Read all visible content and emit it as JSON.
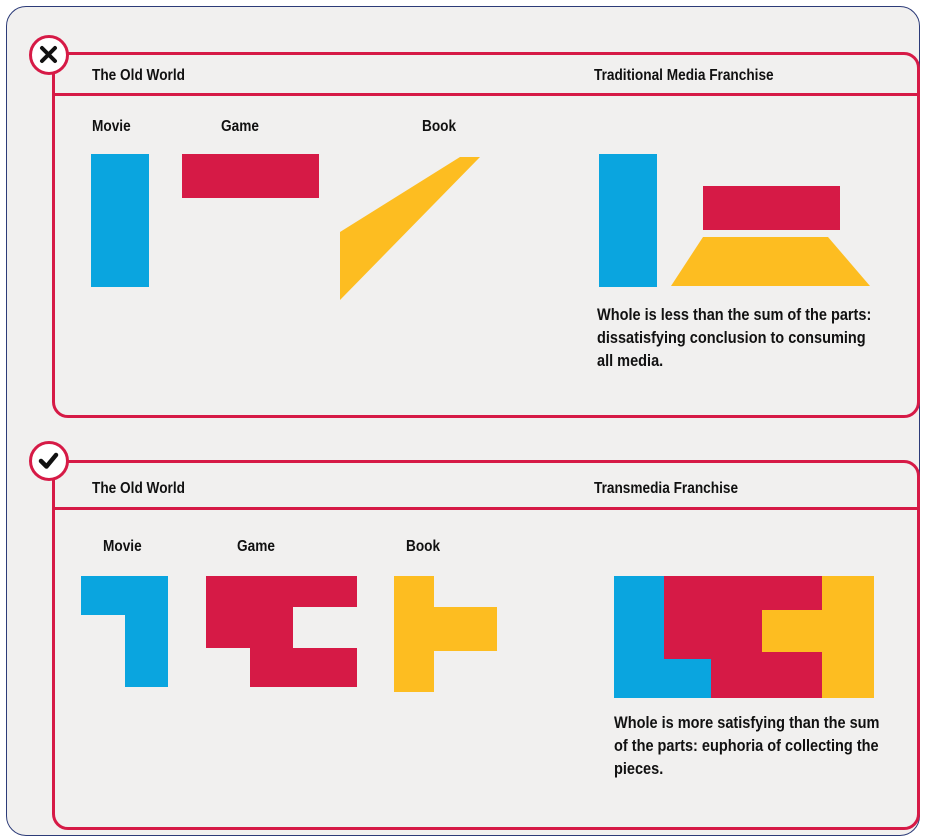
{
  "colors": {
    "accent": "#d61a46",
    "movie": "#0aa5df",
    "game": "#d61a46",
    "book": "#fdbd21",
    "background": "#f1f0ef",
    "frame": "#2c3b78"
  },
  "top_panel": {
    "status_icon": "x-mark-icon",
    "left_title": "The Old World",
    "right_title": "Traditional Media Franchise",
    "labels": {
      "movie": "Movie",
      "game": "Game",
      "book": "Book"
    },
    "caption": "Whole is less than the sum of the parts: dissatisfying conclusion to consuming all media."
  },
  "bottom_panel": {
    "status_icon": "check-mark-icon",
    "left_title": "The Old World",
    "right_title": "Transmedia Franchise",
    "labels": {
      "movie": "Movie",
      "game": "Game",
      "book": "Book"
    },
    "caption": "Whole is more satisfying than the sum of the parts:  euphoria of collecting the pieces."
  }
}
